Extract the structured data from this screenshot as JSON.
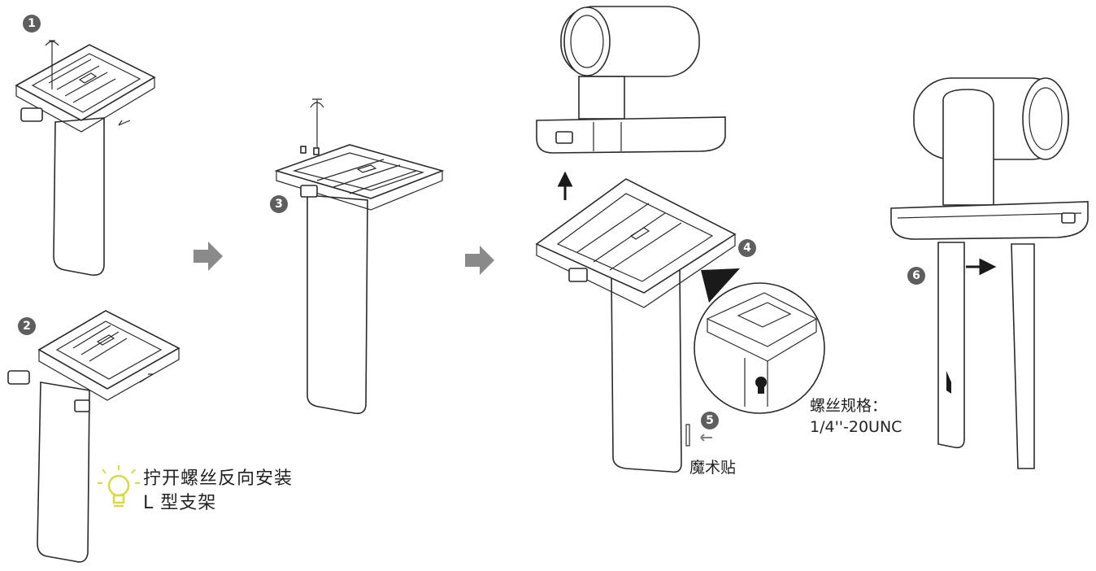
{
  "steps": [
    {
      "number": "1"
    },
    {
      "number": "2"
    },
    {
      "number": "3"
    },
    {
      "number": "4"
    },
    {
      "number": "5"
    },
    {
      "number": "6"
    }
  ],
  "tip": {
    "icon": "lightbulb-icon",
    "icon_color": "#d8d84a",
    "line1": "拧开螺丝反向安装",
    "line2": "L 型支架"
  },
  "screw_spec": {
    "line1": "螺丝规格：",
    "line2": "1/4''-20UNC"
  },
  "velcro_label": "魔术贴",
  "badge_color": "#5e5e5e",
  "arrow_color": "#808080"
}
